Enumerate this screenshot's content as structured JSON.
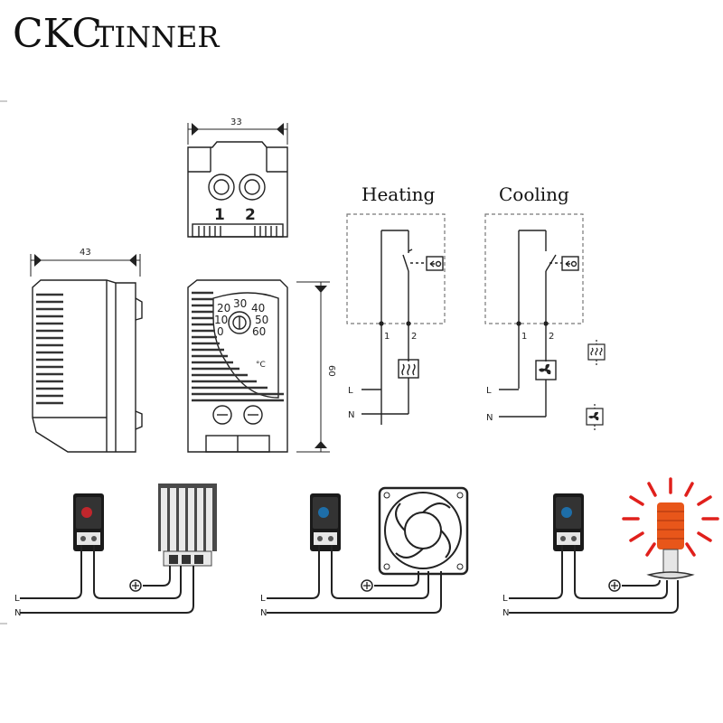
{
  "brand": {
    "main": "CKC",
    "suffix": "TINNER"
  },
  "dimensions": {
    "top_width": "33",
    "side_width": "43",
    "front_height": "60"
  },
  "terminals": {
    "t1": "1",
    "t2": "2"
  },
  "dial": {
    "scale": [
      "20",
      "30",
      "40",
      "10",
      "50",
      "0",
      "60"
    ],
    "unit": "°C"
  },
  "schematics": {
    "heating": {
      "title": "Heating",
      "t1": "1",
      "t2": "2",
      "line": "L",
      "neutral": "N"
    },
    "cooling": {
      "title": "Cooling",
      "t1": "1",
      "t2": "2",
      "line": "L",
      "neutral": "N"
    }
  },
  "wiring": [
    {
      "line": "L",
      "neutral": "N"
    },
    {
      "line": "L",
      "neutral": "N"
    },
    {
      "line": "L",
      "neutral": "N"
    }
  ],
  "colors": {
    "ink": "#222222",
    "dashed_box": "#777777",
    "heater_knob": "#c0262c",
    "cooler_knob": "#1e6ea8",
    "lamp_body": "#e8561a",
    "lamp_rays": "#e0201c"
  }
}
